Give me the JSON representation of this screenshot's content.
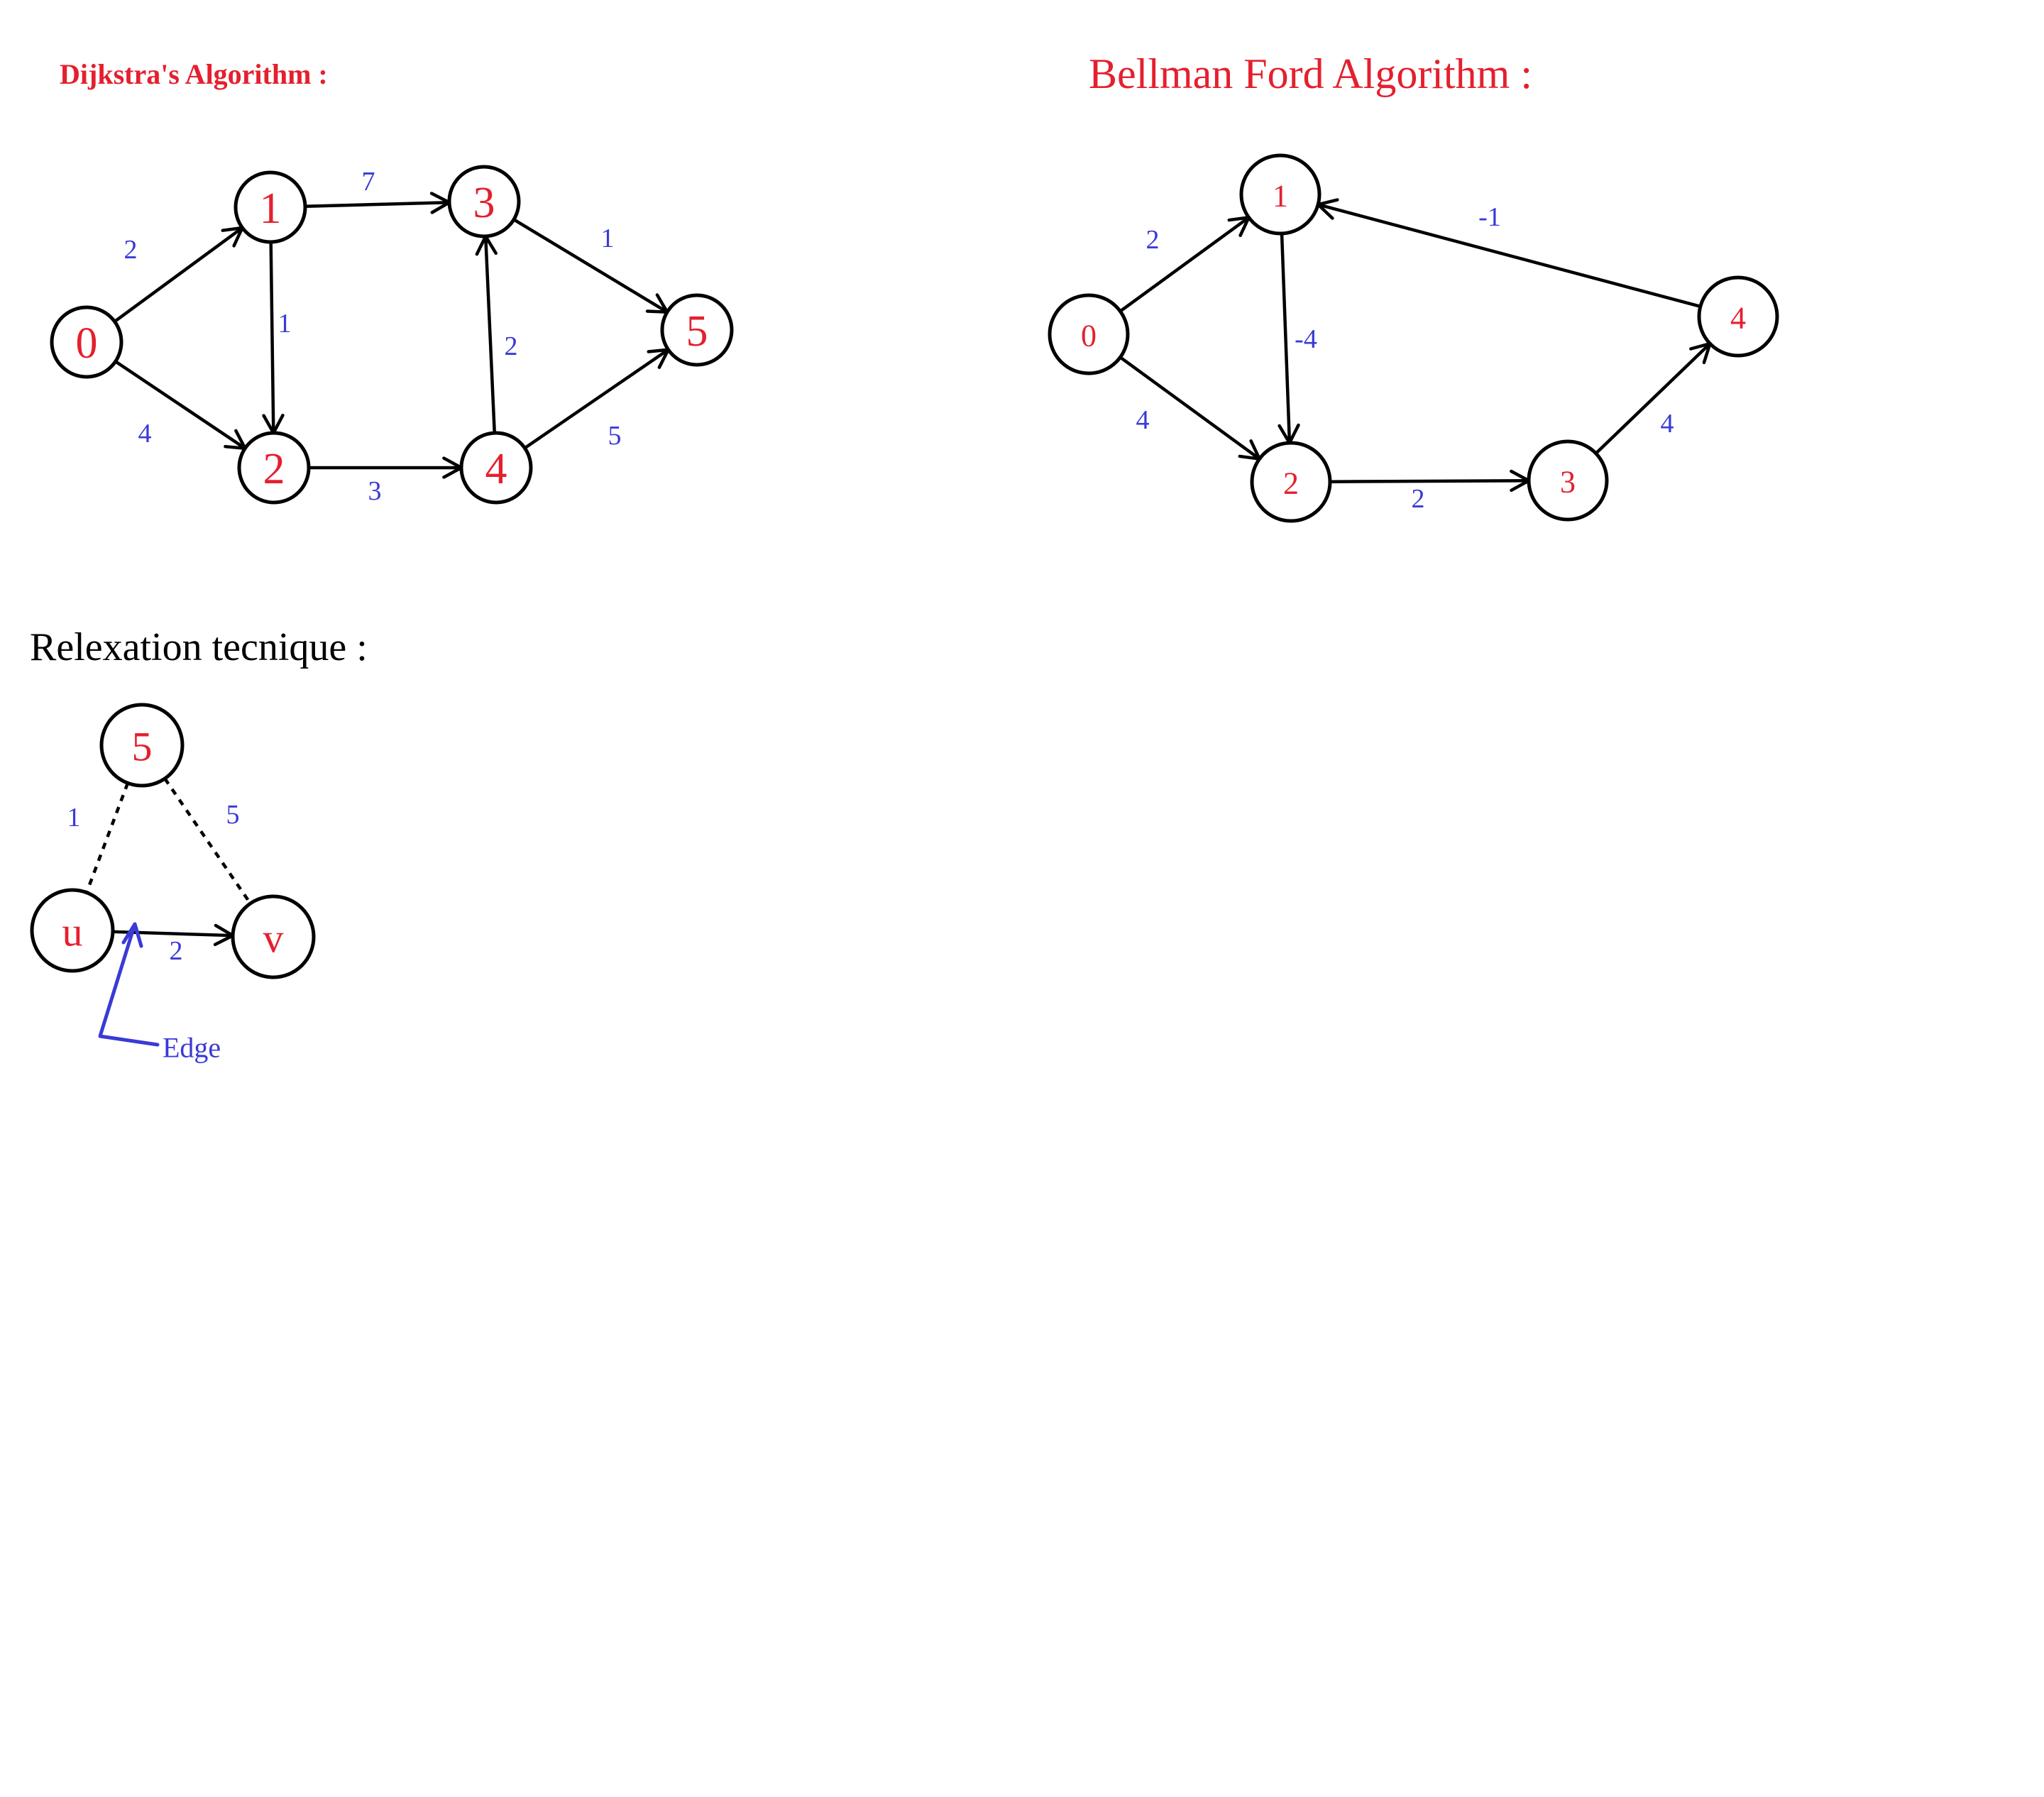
{
  "colors": {
    "node_text": "#e4202e",
    "title_red": "#e4202e",
    "edge_label": "#3a3ad6",
    "black": "#000000"
  },
  "dijkstra": {
    "title": "Dijkstra's Algorithm :",
    "nodes": [
      {
        "id": "0",
        "label": "0"
      },
      {
        "id": "1",
        "label": "1"
      },
      {
        "id": "2",
        "label": "2"
      },
      {
        "id": "3",
        "label": "3"
      },
      {
        "id": "4",
        "label": "4"
      },
      {
        "id": "5",
        "label": "5"
      }
    ],
    "edges": [
      {
        "from": "0",
        "to": "1",
        "weight": "2"
      },
      {
        "from": "0",
        "to": "2",
        "weight": "4"
      },
      {
        "from": "1",
        "to": "3",
        "weight": "7"
      },
      {
        "from": "1",
        "to": "2",
        "weight": "1"
      },
      {
        "from": "2",
        "to": "4",
        "weight": "3"
      },
      {
        "from": "4",
        "to": "3",
        "weight": "2"
      },
      {
        "from": "3",
        "to": "5",
        "weight": "1"
      },
      {
        "from": "4",
        "to": "5",
        "weight": "5"
      }
    ]
  },
  "bellman_ford": {
    "title": "Bellman Ford Algorithm :",
    "nodes": [
      {
        "id": "0",
        "label": "0"
      },
      {
        "id": "1",
        "label": "1"
      },
      {
        "id": "2",
        "label": "2"
      },
      {
        "id": "3",
        "label": "3"
      },
      {
        "id": "4",
        "label": "4"
      }
    ],
    "edges": [
      {
        "from": "0",
        "to": "1",
        "weight": "2"
      },
      {
        "from": "0",
        "to": "2",
        "weight": "4"
      },
      {
        "from": "1",
        "to": "2",
        "weight": "-4"
      },
      {
        "from": "2",
        "to": "3",
        "weight": "2"
      },
      {
        "from": "3",
        "to": "4",
        "weight": "4"
      },
      {
        "from": "4",
        "to": "1",
        "weight": "-1"
      }
    ]
  },
  "relaxation": {
    "title": "Relexation tecnique :",
    "nodes": [
      {
        "id": "s",
        "label": "5"
      },
      {
        "id": "u",
        "label": "u"
      },
      {
        "id": "v",
        "label": "v"
      }
    ],
    "edges": [
      {
        "from": "u",
        "to": "v",
        "weight": "2",
        "style": "solid"
      },
      {
        "from": "s",
        "to": "u",
        "weight": "1",
        "style": "dashed"
      },
      {
        "from": "s",
        "to": "v",
        "weight": "5",
        "style": "dashed"
      }
    ],
    "pointer_label": "Edge"
  }
}
